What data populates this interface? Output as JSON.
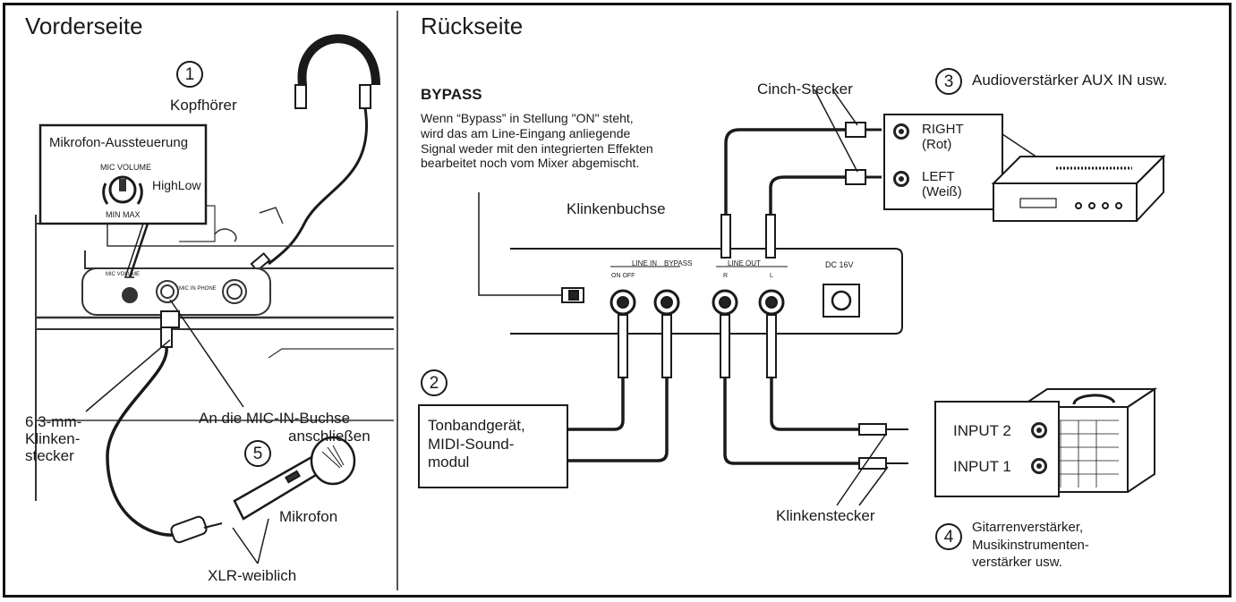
{
  "front": {
    "title": "Vorderseite",
    "headphones_num": "1",
    "headphones_label": "Kopfhörer",
    "mic_level_title": "Mikrofon-Aussteuerung",
    "mic_volume_label": "MIC VOLUME",
    "high_low_label": "HighLow",
    "min_max_label": "MIN MAX",
    "panel_knob_label": "MIC VOLUME",
    "panel_jack_label": "MIC IN  PHONE",
    "plug_label": "6,3-mm-\nKlinken-\nstecker",
    "connect_label_line1": "An die MIC-IN-Buchse",
    "connect_label_line2": "anschließen",
    "mic_num": "5",
    "mic_label": "Mikrofon",
    "xlr_label": "XLR-weiblich"
  },
  "back": {
    "title": "Rückseite",
    "bypass_title": "BYPASS",
    "bypass_text": "Wenn “Bypass” in Stellung \"ON\" steht,\nwird das am Line-Eingang anliegende\nSignal weder mit den integrierten Effekten\nbearbeitet noch vom Mixer abgemischt.",
    "cinch_label": "Cinch-Stecker",
    "amp_num": "3",
    "amp_label": "Audioverstärker AUX IN usw.",
    "right_label": "RIGHT\n(Rot)",
    "left_label": "LEFT\n(Weiß)",
    "jack_socket_label": "Klinkenbuchse",
    "panel_line_in": "LINE IN",
    "panel_bypass": "BYPASS",
    "panel_line_out": "LINE OUT",
    "panel_on_off": "ON OFF",
    "panel_r": "R",
    "panel_l": "L",
    "panel_dc": "DC 16V",
    "tape_num": "2",
    "tape_label": "Tonbandgerät,\nMIDI-Sound-\nmodul",
    "input2_label": "INPUT 2",
    "input1_label": "INPUT 1",
    "jack_plug_label": "Klinkenstecker",
    "guitar_num": "4",
    "guitar_label": "Gitarrenverstärker,\nMusikinstrumenten-\nverstärker usw."
  }
}
